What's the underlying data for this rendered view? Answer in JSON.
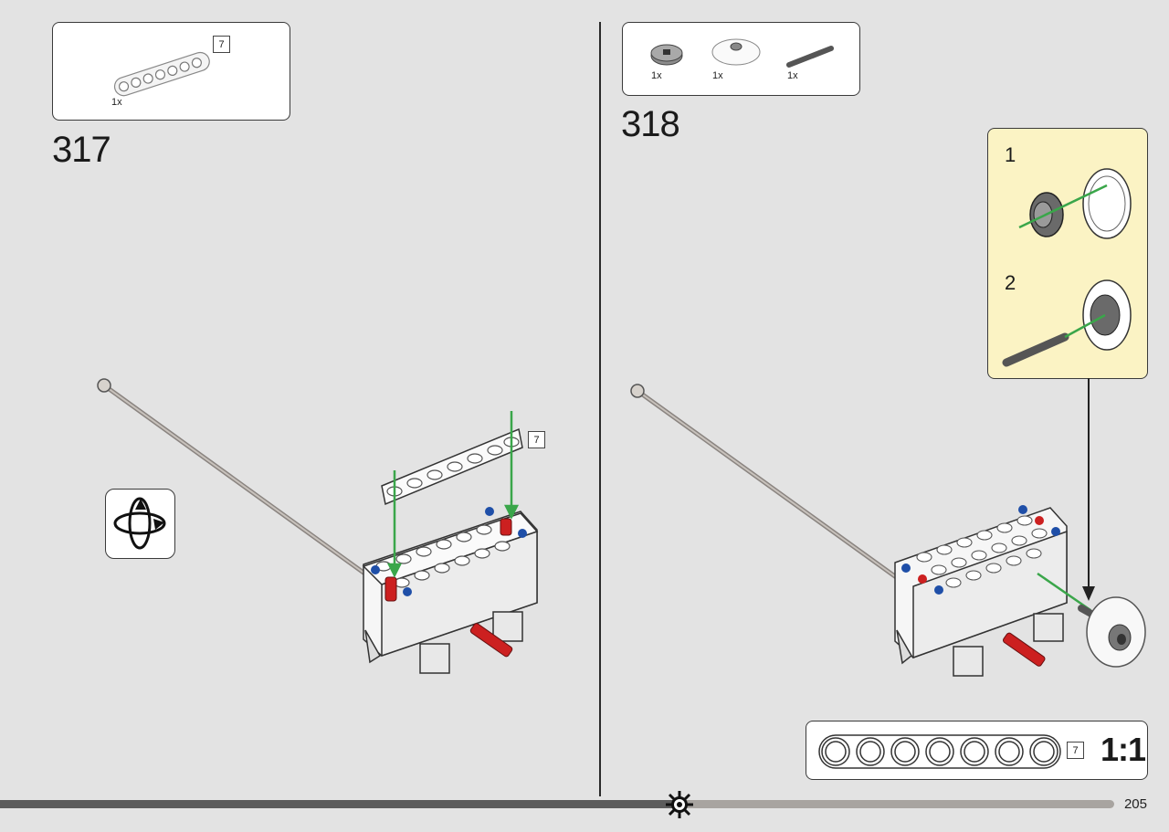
{
  "page": {
    "number": "205"
  },
  "steps": [
    {
      "number": "317",
      "parts": [
        {
          "qty": "1x",
          "length": "7"
        }
      ],
      "callout_length": "7"
    },
    {
      "number": "318",
      "parts": [
        {
          "qty": "1x"
        },
        {
          "qty": "1x"
        },
        {
          "qty": "1x"
        }
      ],
      "substeps": [
        {
          "number": "1"
        },
        {
          "number": "2"
        }
      ]
    }
  ],
  "scale_ruler": {
    "length": "7",
    "scale": "1:1",
    "holes": 7
  },
  "colors": {
    "background": "#e3e3e3",
    "panel": "#ffffff",
    "subassembly_bg": "#fbf3c4",
    "arrow_green": "#3aa64a",
    "pin_red": "#cc2020",
    "pin_blue": "#1f4fa8",
    "progress_dark": "#5c5c5c",
    "progress_light": "#a8a4a0"
  },
  "icons": [
    "rotate-model-icon",
    "progress-gear-icon"
  ]
}
